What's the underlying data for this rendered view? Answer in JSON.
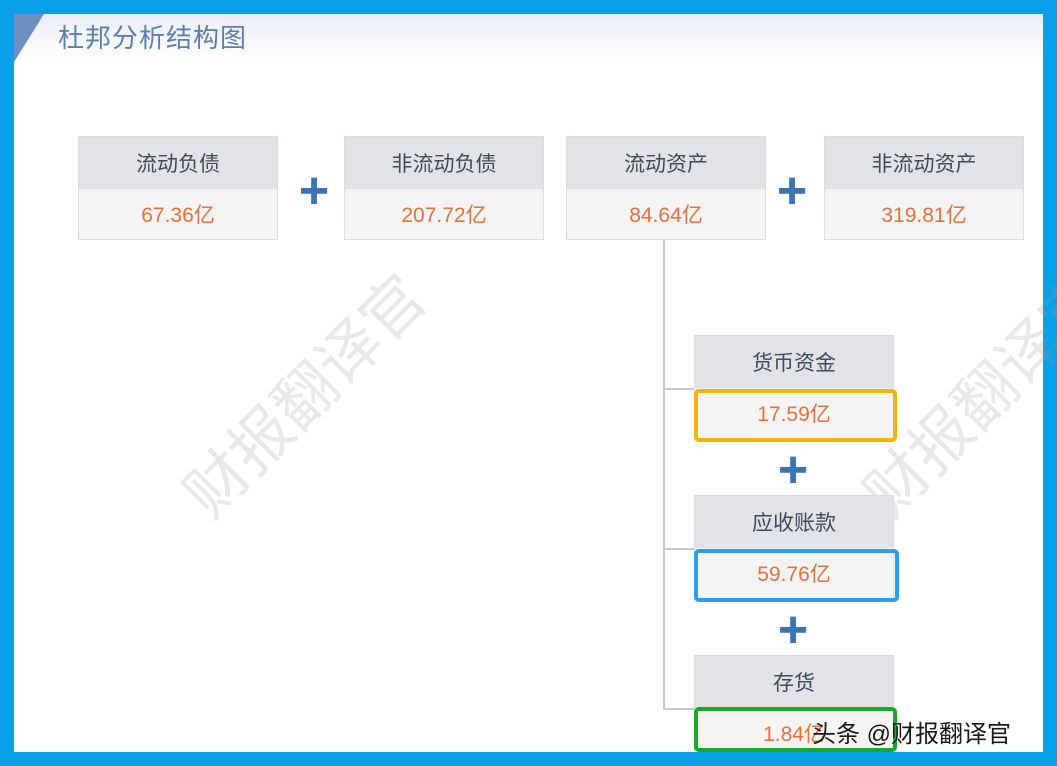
{
  "title": "杜邦分析结构图",
  "top_row": [
    {
      "label": "流动负债",
      "value": "67.36亿"
    },
    {
      "label": "非流动负债",
      "value": "207.72亿"
    },
    {
      "label": "流动资产",
      "value": "84.64亿"
    },
    {
      "label": "非流动资产",
      "value": "319.81亿"
    }
  ],
  "operators": {
    "plus": "+"
  },
  "children": [
    {
      "label": "货币资金",
      "value": "17.59亿",
      "highlight_color": "#f4b400"
    },
    {
      "label": "应收账款",
      "value": "59.76亿",
      "highlight_color": "#2d9cf0"
    },
    {
      "label": "存货",
      "value": "1.84亿",
      "highlight_color": "#1aa82b"
    }
  ],
  "watermark": "财报翻译官",
  "footer": "头条 @财报翻译官",
  "colors": {
    "frame": "#0aa0e8",
    "title": "#5d7fb0",
    "value": "#e8703b",
    "plus": "#3d73b3"
  }
}
